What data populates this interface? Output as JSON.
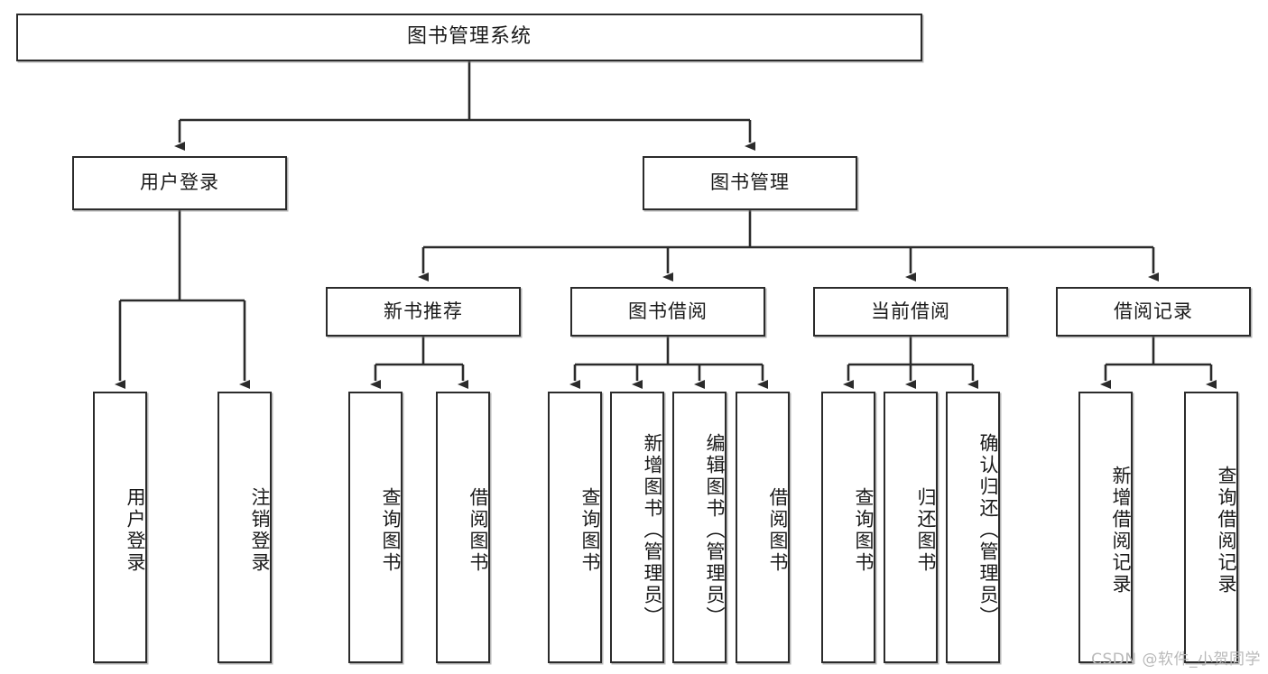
{
  "diagram": {
    "type": "tree-hierarchy-chart",
    "root": {
      "label": "图书管理系统"
    },
    "level2": [
      {
        "id": "user-login",
        "label": "用户登录"
      },
      {
        "id": "book-management",
        "label": "图书管理"
      }
    ],
    "level3": [
      {
        "id": "new-book-recommend",
        "label": "新书推荐",
        "parent": "book-management"
      },
      {
        "id": "book-borrow",
        "label": "图书借阅",
        "parent": "book-management"
      },
      {
        "id": "current-borrow",
        "label": "当前借阅",
        "parent": "book-management"
      },
      {
        "id": "borrow-record",
        "label": "借阅记录",
        "parent": "book-management"
      }
    ],
    "leaves": [
      {
        "id": "leaf-user-login",
        "label": "用户登录",
        "parent": "user-login"
      },
      {
        "id": "leaf-logout-login",
        "label": "注销登录",
        "parent": "user-login"
      },
      {
        "id": "leaf-query-book-1",
        "label": "查询图书",
        "parent": "new-book-recommend"
      },
      {
        "id": "leaf-borrow-book-1",
        "label": "借阅图书",
        "parent": "new-book-recommend"
      },
      {
        "id": "leaf-query-book-2",
        "label": "查询图书",
        "parent": "book-borrow"
      },
      {
        "id": "leaf-add-book",
        "label": "新增图书（管理员）",
        "parent": "book-borrow"
      },
      {
        "id": "leaf-edit-book",
        "label": "编辑图书（管理员）",
        "parent": "book-borrow"
      },
      {
        "id": "leaf-borrow-book-2",
        "label": "借阅图书",
        "parent": "book-borrow"
      },
      {
        "id": "leaf-query-book-3",
        "label": "查询图书",
        "parent": "current-borrow"
      },
      {
        "id": "leaf-return-book",
        "label": "归还图书",
        "parent": "current-borrow"
      },
      {
        "id": "leaf-confirm-return",
        "label": "确认归还（管理员）",
        "parent": "current-borrow"
      },
      {
        "id": "leaf-add-record",
        "label": "新增借阅记录",
        "parent": "borrow-record"
      },
      {
        "id": "leaf-query-record",
        "label": "查询借阅记录",
        "parent": "borrow-record"
      }
    ],
    "colors": {
      "stroke": "#2b2b2b",
      "fill": "#ffffff",
      "text": "#1a1a1a",
      "watermark": "#b9b9b9"
    }
  },
  "watermark": {
    "text": "CSDN @软件_小贺同学"
  }
}
